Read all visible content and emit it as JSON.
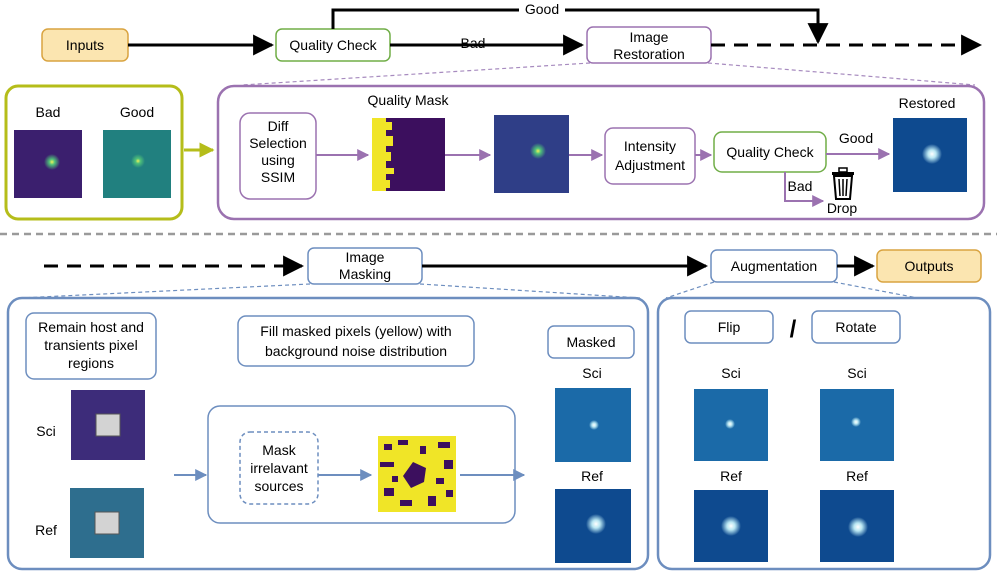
{
  "colors": {
    "input_fill": "#fbe5b0",
    "input_stroke": "#d9a441",
    "green": "#70ad47",
    "purple": "#9b72b0",
    "purple_dash": "#a78bbf",
    "blue": "#6d8ebf",
    "olive": "#b5bd1a",
    "img_dark": "#3b1f6e",
    "img_teal": "#21807f",
    "img_blue": "#1b6aa8",
    "img_deep_blue": "#0e4a8f",
    "mask_yellow": "#f0e527",
    "mask_purple": "#3c0f5e",
    "gray_square": "#d3d3d3",
    "separator": "#9a9a9a"
  },
  "top": {
    "inputs": "Inputs",
    "quality_check": "Quality Check",
    "good": "Good",
    "bad": "Bad",
    "image_restoration_line1": "Image",
    "image_restoration_line2": "Restoration"
  },
  "inputs_panel": {
    "bad": "Bad",
    "good": "Good"
  },
  "restoration": {
    "diff_line1": "Diff",
    "diff_line2": "Selection",
    "diff_line3": "using",
    "diff_line4": "SSIM",
    "quality_mask": "Quality Mask",
    "intensity_line1": "Intensity",
    "intensity_line2": "Adjustment",
    "quality_check": "Quality Check",
    "good": "Good",
    "bad": "Bad",
    "drop": "Drop",
    "restored": "Restored",
    "trash_icon": "trash-icon"
  },
  "bottom": {
    "image_masking_line1": "Image",
    "image_masking_line2": "Masking",
    "augmentation": "Augmentation",
    "outputs": "Outputs"
  },
  "masking": {
    "remain_line1": "Remain host and",
    "remain_line2": "transients pixel",
    "remain_line3": "regions",
    "fill_line1": "Fill masked pixels (yellow) with",
    "fill_line2": "background noise distribution",
    "sci": "Sci",
    "ref": "Ref",
    "mask_line1": "Mask",
    "mask_line2": "irrelavant",
    "mask_line3": "sources",
    "masked": "Masked",
    "masked_sci": "Sci",
    "masked_ref": "Ref"
  },
  "augmentation": {
    "flip": "Flip",
    "slash": "/",
    "rotate": "Rotate",
    "sci_left": "Sci",
    "sci_right": "Sci",
    "ref_left": "Ref",
    "ref_right": "Ref"
  }
}
